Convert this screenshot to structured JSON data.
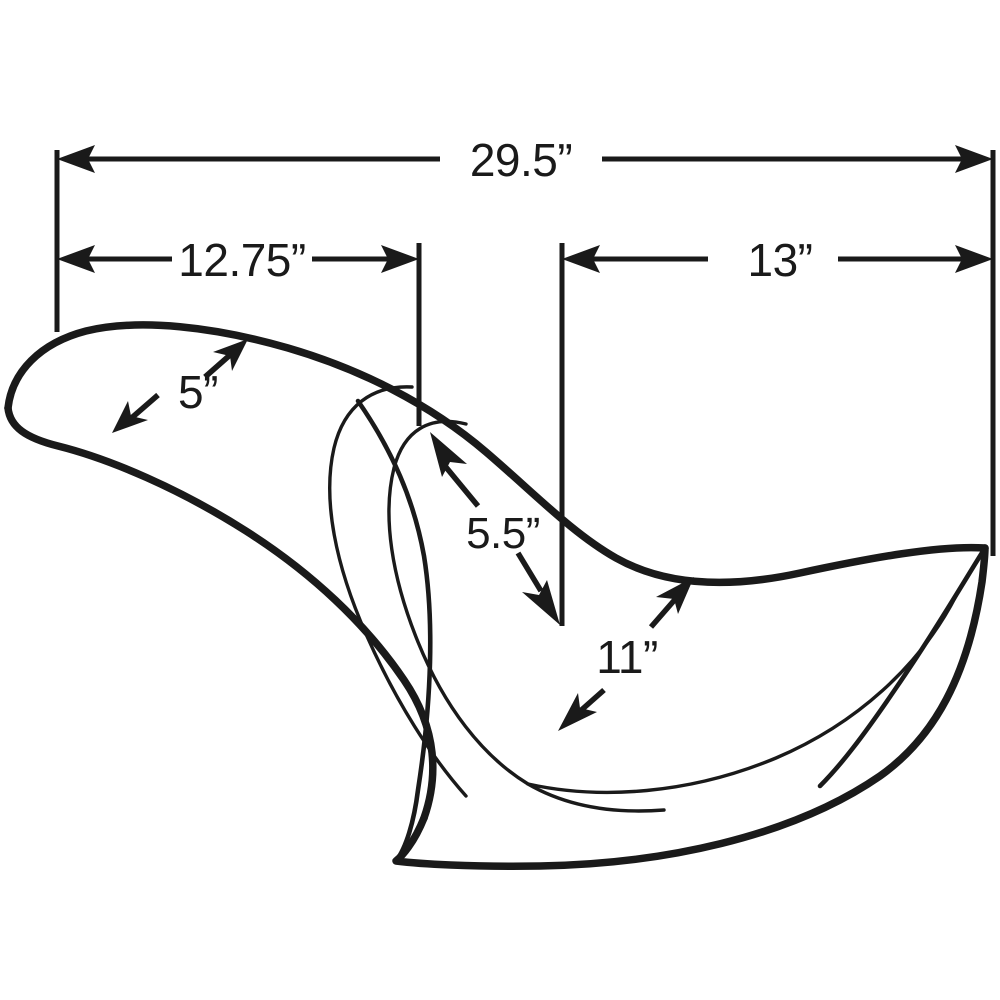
{
  "drawing": {
    "title": "Motorcycle seat dimension diagram",
    "subject": "two-up motorcycle seat side profile",
    "background_color": "#ffffff",
    "line_color": "#1a1a1a",
    "units": "inches",
    "unit_symbol": "”"
  },
  "dimensions": {
    "overall_length": {
      "label": "29.5”",
      "value": 29.5,
      "name": "overall-length",
      "orientation": "horizontal",
      "span_from": "front-edge",
      "span_to": "rear-edge"
    },
    "rider_length": {
      "label": "12.75”",
      "value": 12.75,
      "name": "rider-section-length",
      "orientation": "horizontal",
      "span_from": "front-edge",
      "span_to": "rider-seat-rear"
    },
    "passenger_length": {
      "label": "13”",
      "value": 13,
      "name": "passenger-section-length",
      "orientation": "horizontal",
      "span_from": "passenger-seat-front",
      "span_to": "rear-edge"
    },
    "rider_width": {
      "label": "5”",
      "value": 5,
      "name": "rider-nose-width",
      "orientation": "diagonal"
    },
    "rider_seat_width": {
      "label": "5.5”",
      "value": 5.5,
      "name": "rider-seat-width",
      "orientation": "diagonal"
    },
    "passenger_width": {
      "label": "11”",
      "value": 11,
      "name": "passenger-seat-width",
      "orientation": "diagonal"
    }
  },
  "chart_data": {
    "type": "table",
    "title": "Motorcycle seat dimensions",
    "categories": [
      "Overall length",
      "Rider section length",
      "Passenger section length",
      "Rider nose width",
      "Rider seat width",
      "Passenger seat width"
    ],
    "values": [
      29.5,
      12.75,
      13,
      5,
      5.5,
      11
    ],
    "labels": [
      "29.5”",
      "12.75”",
      "13”",
      "5”",
      "5.5”",
      "11”"
    ],
    "ylabel": "inches",
    "xlabel": ""
  }
}
